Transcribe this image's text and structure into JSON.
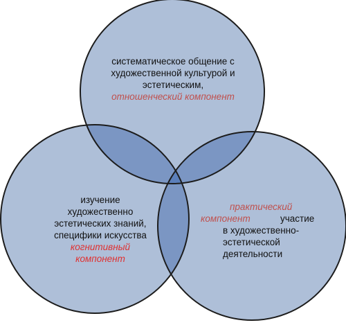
{
  "colors": {
    "circle_fill": "#aebfd8",
    "overlap2": "#7b96c3",
    "overlap3": "#5b7fba",
    "stroke": "#1c1c1c",
    "accent": "#c0504d",
    "accent_red": "#e03030"
  },
  "top": {
    "line1": "систематическое общение с",
    "line2": "художественной культурой и",
    "line3": "эстетическим,",
    "accent": "отношенческий компонент"
  },
  "left": {
    "line1": "изучение",
    "line2": "художественно",
    "line3": "эстетических знаний,",
    "line4": "специфики искусства",
    "accent1": "когнитивный",
    "accent2": "компонент"
  },
  "right": {
    "accent1": "практический",
    "accent2": "компонент",
    "line1": "участие",
    "line2": "в художественно-",
    "line3": "эстетической",
    "line4": "деятельности"
  }
}
